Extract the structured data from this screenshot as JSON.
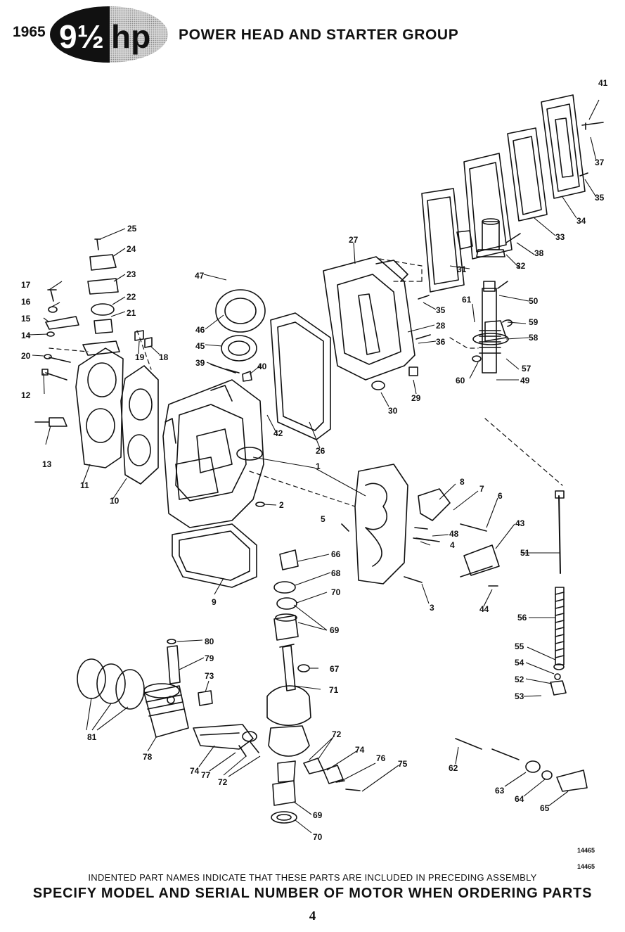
{
  "header": {
    "year": "1965",
    "logo_number": "9½",
    "logo_unit": "hp",
    "title": "POWER HEAD AND STARTER GROUP"
  },
  "diagram": {
    "callouts": [
      "1",
      "2",
      "3",
      "4",
      "5",
      "6",
      "7",
      "8",
      "9",
      "10",
      "11",
      "12",
      "13",
      "14",
      "15",
      "16",
      "17",
      "18",
      "19",
      "20",
      "21",
      "22",
      "23",
      "24",
      "25",
      "26",
      "27",
      "28",
      "29",
      "30",
      "31",
      "32",
      "33",
      "34",
      "35",
      "35",
      "36",
      "37",
      "38",
      "39",
      "40",
      "41",
      "42",
      "43",
      "44",
      "45",
      "46",
      "47",
      "48",
      "49",
      "50",
      "51",
      "52",
      "53",
      "54",
      "55",
      "56",
      "57",
      "58",
      "59",
      "60",
      "61",
      "62",
      "63",
      "64",
      "65",
      "66",
      "67",
      "68",
      "69",
      "69",
      "70",
      "70",
      "71",
      "72",
      "72",
      "73",
      "74",
      "74",
      "75",
      "76",
      "77",
      "78",
      "79",
      "80",
      "81"
    ],
    "figure_codes": [
      "14465",
      "14465"
    ]
  },
  "footer": {
    "note": "INDENTED PART NAMES INDICATE THAT THESE PARTS ARE INCLUDED IN PRECEDING ASSEMBLY",
    "instruction": "SPECIFY MODEL AND SERIAL NUMBER OF MOTOR WHEN ORDERING PARTS",
    "page_number": "4"
  },
  "colors": {
    "ink": "#111111",
    "paper": "#ffffff",
    "logo_gray": "#9a9a9a"
  }
}
